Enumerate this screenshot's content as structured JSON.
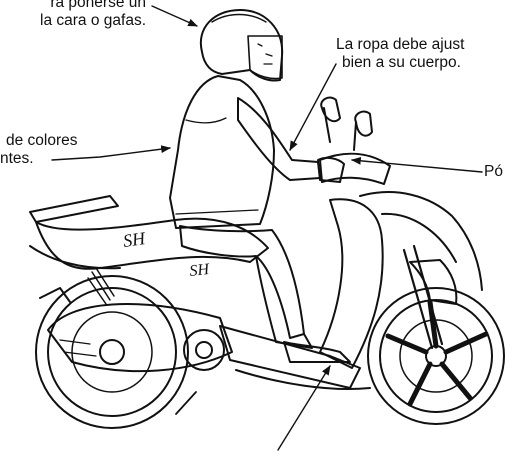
{
  "diagram": {
    "labels": {
      "helmet": {
        "line1": "ra ponerse un",
        "line2": "la cara o gafas."
      },
      "clothing_fit": {
        "line1": "La ropa debe ajust",
        "line2": "bien a su cuerpo."
      },
      "colors": {
        "line1": "de colores",
        "line2": "ntes."
      },
      "right_edge": {
        "line1": "Pó"
      }
    },
    "model_badge": "SH",
    "colors": {
      "ink": "#111111",
      "background": "#ffffff"
    }
  }
}
